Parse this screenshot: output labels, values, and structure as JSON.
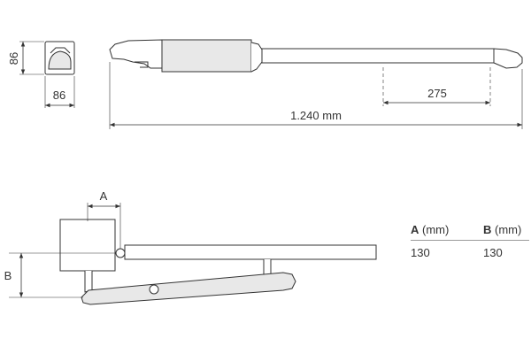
{
  "dimensions": {
    "end_height": "86",
    "end_width": "86",
    "stroke_length": "275",
    "overall_length": "1.240 mm",
    "dim_a": "A",
    "dim_b": "B"
  },
  "table": {
    "headers": [
      {
        "letter": "A",
        "unit": " (mm)"
      },
      {
        "letter": "B",
        "unit": " (mm)"
      }
    ],
    "values": [
      "130",
      "130"
    ]
  },
  "colors": {
    "line": "#333333",
    "body_fill": "#e8e8e8"
  }
}
